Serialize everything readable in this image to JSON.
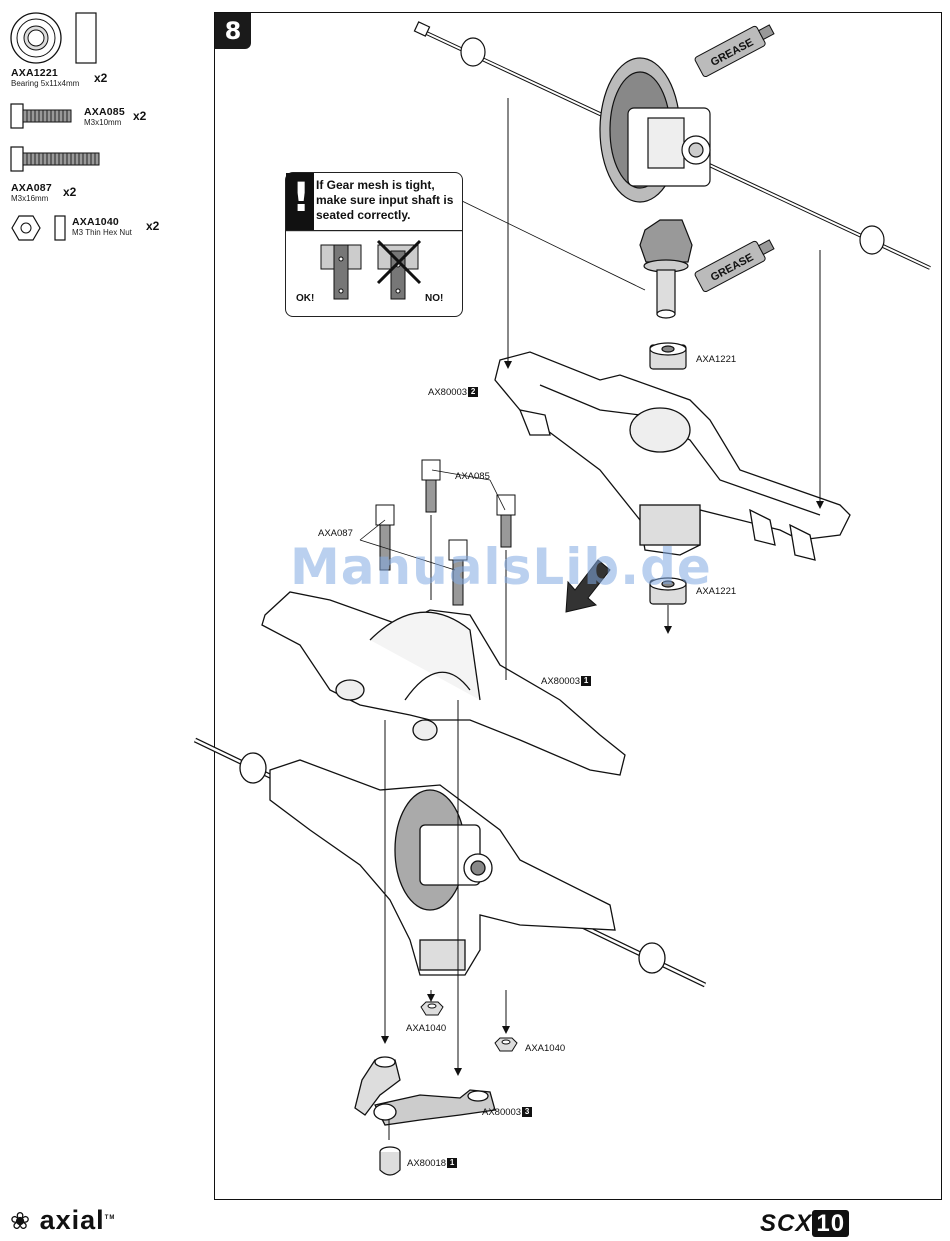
{
  "step": {
    "number": "8"
  },
  "parts_list": [
    {
      "code": "AXA1221",
      "desc": "Bearing 5x11x4mm",
      "qty": "x2"
    },
    {
      "code": "AXA085",
      "desc": "M3x10mm",
      "qty": "x2"
    },
    {
      "code": "AXA087",
      "desc": "M3x16mm",
      "qty": "x2"
    },
    {
      "code": "AXA1040",
      "desc": "M3 Thin Hex Nut",
      "qty": "x2"
    }
  ],
  "warning": {
    "symbol": "!",
    "text": "If Gear mesh is tight, make sure input shaft is seated correctly.",
    "ok_label": "OK!",
    "no_label": "NO!"
  },
  "grease_label": "GREASE",
  "callouts": {
    "bearing_top": "AXA1221",
    "bearing_bottom": "AXA1221",
    "housing_upper": "AX80003",
    "housing_upper_num": "2",
    "housing_lower": "AX80003",
    "housing_lower_num": "1",
    "screw_10": "AXA085",
    "screw_16": "AXA087",
    "nut_left": "AXA1040",
    "nut_right": "AXA1040",
    "link_mount": "AX80003",
    "link_mount_num": "3",
    "pivot_ball": "AX80018",
    "pivot_ball_num": "1"
  },
  "watermark": "ManualsLib.de",
  "brand": {
    "name": "axial",
    "tm": "TM"
  },
  "model": {
    "name": "SCX",
    "number": "10"
  }
}
